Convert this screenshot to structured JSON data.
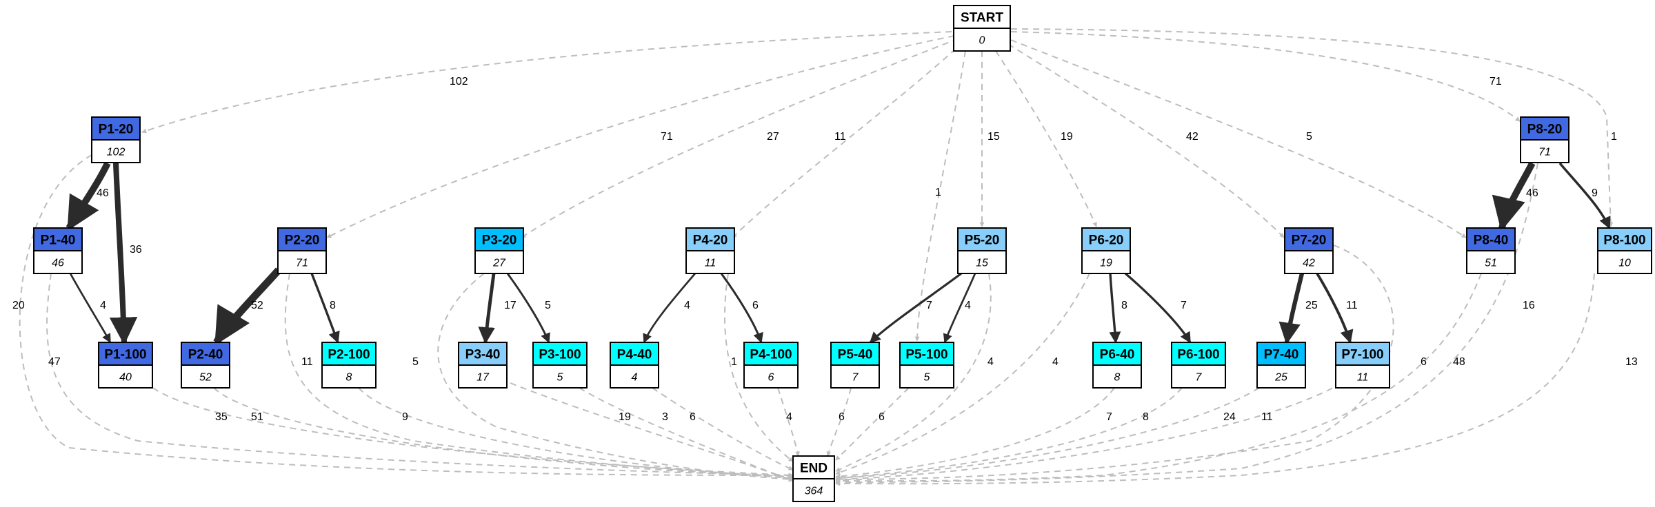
{
  "colors": {
    "dark": "#4169e1",
    "mid": "#00bfff",
    "light": "#87cefa",
    "cyan": "#00ffff",
    "white": "#ffffff",
    "solid_edge": "#2b2b2b",
    "dashed_edge": "#bdbdbd"
  },
  "nodes": [
    {
      "id": "START",
      "name": "START",
      "count": "0",
      "fill": "white"
    },
    {
      "id": "END",
      "name": "END",
      "count": "364",
      "fill": "white"
    },
    {
      "id": "P1-20",
      "name": "P1-20",
      "count": "102",
      "fill": "dark"
    },
    {
      "id": "P1-40",
      "name": "P1-40",
      "count": "46",
      "fill": "dark"
    },
    {
      "id": "P1-100",
      "name": "P1-100",
      "count": "40",
      "fill": "dark"
    },
    {
      "id": "P2-20",
      "name": "P2-20",
      "count": "71",
      "fill": "dark"
    },
    {
      "id": "P2-40",
      "name": "P2-40",
      "count": "52",
      "fill": "dark"
    },
    {
      "id": "P2-100",
      "name": "P2-100",
      "count": "8",
      "fill": "cyan"
    },
    {
      "id": "P3-20",
      "name": "P3-20",
      "count": "27",
      "fill": "mid"
    },
    {
      "id": "P3-40",
      "name": "P3-40",
      "count": "17",
      "fill": "light"
    },
    {
      "id": "P3-100",
      "name": "P3-100",
      "count": "5",
      "fill": "cyan"
    },
    {
      "id": "P4-20",
      "name": "P4-20",
      "count": "11",
      "fill": "light"
    },
    {
      "id": "P4-40",
      "name": "P4-40",
      "count": "4",
      "fill": "cyan"
    },
    {
      "id": "P4-100",
      "name": "P4-100",
      "count": "6",
      "fill": "cyan"
    },
    {
      "id": "P5-20",
      "name": "P5-20",
      "count": "15",
      "fill": "light"
    },
    {
      "id": "P5-40",
      "name": "P5-40",
      "count": "7",
      "fill": "cyan"
    },
    {
      "id": "P5-100",
      "name": "P5-100",
      "count": "5",
      "fill": "cyan"
    },
    {
      "id": "P6-20",
      "name": "P6-20",
      "count": "19",
      "fill": "light"
    },
    {
      "id": "P6-40",
      "name": "P6-40",
      "count": "8",
      "fill": "cyan"
    },
    {
      "id": "P6-100",
      "name": "P6-100",
      "count": "7",
      "fill": "cyan"
    },
    {
      "id": "P7-20",
      "name": "P7-20",
      "count": "42",
      "fill": "dark"
    },
    {
      "id": "P7-40",
      "name": "P7-40",
      "count": "25",
      "fill": "mid"
    },
    {
      "id": "P7-100",
      "name": "P7-100",
      "count": "11",
      "fill": "light"
    },
    {
      "id": "P8-20",
      "name": "P8-20",
      "count": "71",
      "fill": "dark"
    },
    {
      "id": "P8-40",
      "name": "P8-40",
      "count": "51",
      "fill": "dark"
    },
    {
      "id": "P8-100",
      "name": "P8-100",
      "count": "10",
      "fill": "light"
    }
  ],
  "edges": [
    {
      "from": "START",
      "to": "P1-20",
      "label": "102",
      "style": "dashed"
    },
    {
      "from": "START",
      "to": "P2-20",
      "label": "71",
      "style": "dashed"
    },
    {
      "from": "START",
      "to": "P3-20",
      "label": "27",
      "style": "dashed"
    },
    {
      "from": "START",
      "to": "P4-20",
      "label": "11",
      "style": "dashed"
    },
    {
      "from": "START",
      "to": "P5-100",
      "label": "1",
      "style": "dashed"
    },
    {
      "from": "START",
      "to": "P5-20",
      "label": "15",
      "style": "dashed"
    },
    {
      "from": "START",
      "to": "P6-20",
      "label": "19",
      "style": "dashed"
    },
    {
      "from": "START",
      "to": "P7-20",
      "label": "42",
      "style": "dashed"
    },
    {
      "from": "START",
      "to": "P8-40",
      "label": "5",
      "style": "dashed"
    },
    {
      "from": "START",
      "to": "P8-20",
      "label": "71",
      "style": "dashed"
    },
    {
      "from": "START",
      "to": "P8-100",
      "label": "1",
      "style": "dashed"
    },
    {
      "from": "P1-20",
      "to": "P1-40",
      "label": "46",
      "style": "solid",
      "weight": 46
    },
    {
      "from": "P1-20",
      "to": "P1-100",
      "label": "36",
      "style": "solid",
      "weight": 36
    },
    {
      "from": "P1-40",
      "to": "P1-100",
      "label": "4",
      "style": "solid",
      "weight": 4
    },
    {
      "from": "P2-20",
      "to": "P2-40",
      "label": "52",
      "style": "solid",
      "weight": 52
    },
    {
      "from": "P2-20",
      "to": "P2-100",
      "label": "8",
      "style": "solid",
      "weight": 8
    },
    {
      "from": "P3-20",
      "to": "P3-40",
      "label": "17",
      "style": "solid",
      "weight": 17
    },
    {
      "from": "P3-20",
      "to": "P3-100",
      "label": "5",
      "style": "solid",
      "weight": 5
    },
    {
      "from": "P4-20",
      "to": "P4-40",
      "label": "4",
      "style": "solid",
      "weight": 4
    },
    {
      "from": "P4-20",
      "to": "P4-100",
      "label": "6",
      "style": "solid",
      "weight": 6
    },
    {
      "from": "P5-20",
      "to": "P5-40",
      "label": "7",
      "style": "solid",
      "weight": 7
    },
    {
      "from": "P5-20",
      "to": "P5-100",
      "label": "4",
      "style": "solid",
      "weight": 4
    },
    {
      "from": "P6-20",
      "to": "P6-40",
      "label": "8",
      "style": "solid",
      "weight": 8
    },
    {
      "from": "P6-20",
      "to": "P6-100",
      "label": "7",
      "style": "solid",
      "weight": 7
    },
    {
      "from": "P7-20",
      "to": "P7-40",
      "label": "25",
      "style": "solid",
      "weight": 25
    },
    {
      "from": "P7-20",
      "to": "P7-100",
      "label": "11",
      "style": "solid",
      "weight": 11
    },
    {
      "from": "P8-20",
      "to": "P8-40",
      "label": "46",
      "style": "solid",
      "weight": 46
    },
    {
      "from": "P8-20",
      "to": "P8-100",
      "label": "9",
      "style": "solid",
      "weight": 9
    },
    {
      "from": "P1-20",
      "to": "END",
      "label": "20",
      "style": "dashed"
    },
    {
      "from": "P1-40",
      "to": "END",
      "label": "47",
      "style": "dashed"
    },
    {
      "from": "P1-100",
      "to": "END",
      "label": "35",
      "style": "dashed"
    },
    {
      "from": "P2-40",
      "to": "END",
      "label": "51",
      "style": "dashed"
    },
    {
      "from": "P2-20",
      "to": "END",
      "label": "11",
      "style": "dashed"
    },
    {
      "from": "P2-100",
      "to": "END",
      "label": "9",
      "style": "dashed"
    },
    {
      "from": "P3-20",
      "to": "END",
      "label": "5",
      "style": "dashed"
    },
    {
      "from": "P3-40",
      "to": "END",
      "label": "19",
      "style": "dashed"
    },
    {
      "from": "P3-100",
      "to": "END",
      "label": "3",
      "style": "dashed"
    },
    {
      "from": "P4-40",
      "to": "END",
      "label": "6",
      "style": "dashed"
    },
    {
      "from": "P4-20",
      "to": "END",
      "label": "1",
      "style": "dashed"
    },
    {
      "from": "P4-100",
      "to": "END",
      "label": "4",
      "style": "dashed"
    },
    {
      "from": "P5-40",
      "to": "END",
      "label": "6",
      "style": "dashed"
    },
    {
      "from": "P5-100",
      "to": "END",
      "label": "6",
      "style": "dashed"
    },
    {
      "from": "P5-20",
      "to": "END",
      "label": "4",
      "style": "dashed"
    },
    {
      "from": "P6-20",
      "to": "END",
      "label": "4",
      "style": "dashed"
    },
    {
      "from": "P6-40",
      "to": "END",
      "label": "7",
      "style": "dashed"
    },
    {
      "from": "P6-100",
      "to": "END",
      "label": "8",
      "style": "dashed"
    },
    {
      "from": "P7-40",
      "to": "END",
      "label": "24",
      "style": "dashed"
    },
    {
      "from": "P7-100",
      "to": "END",
      "label": "11",
      "style": "dashed"
    },
    {
      "from": "P7-20",
      "to": "END",
      "label": "6",
      "style": "dashed"
    },
    {
      "from": "P8-40",
      "to": "END",
      "label": "48",
      "style": "dashed"
    },
    {
      "from": "P8-20",
      "to": "END",
      "label": "16",
      "style": "dashed"
    },
    {
      "from": "P8-100",
      "to": "END",
      "label": "13",
      "style": "dashed"
    }
  ]
}
